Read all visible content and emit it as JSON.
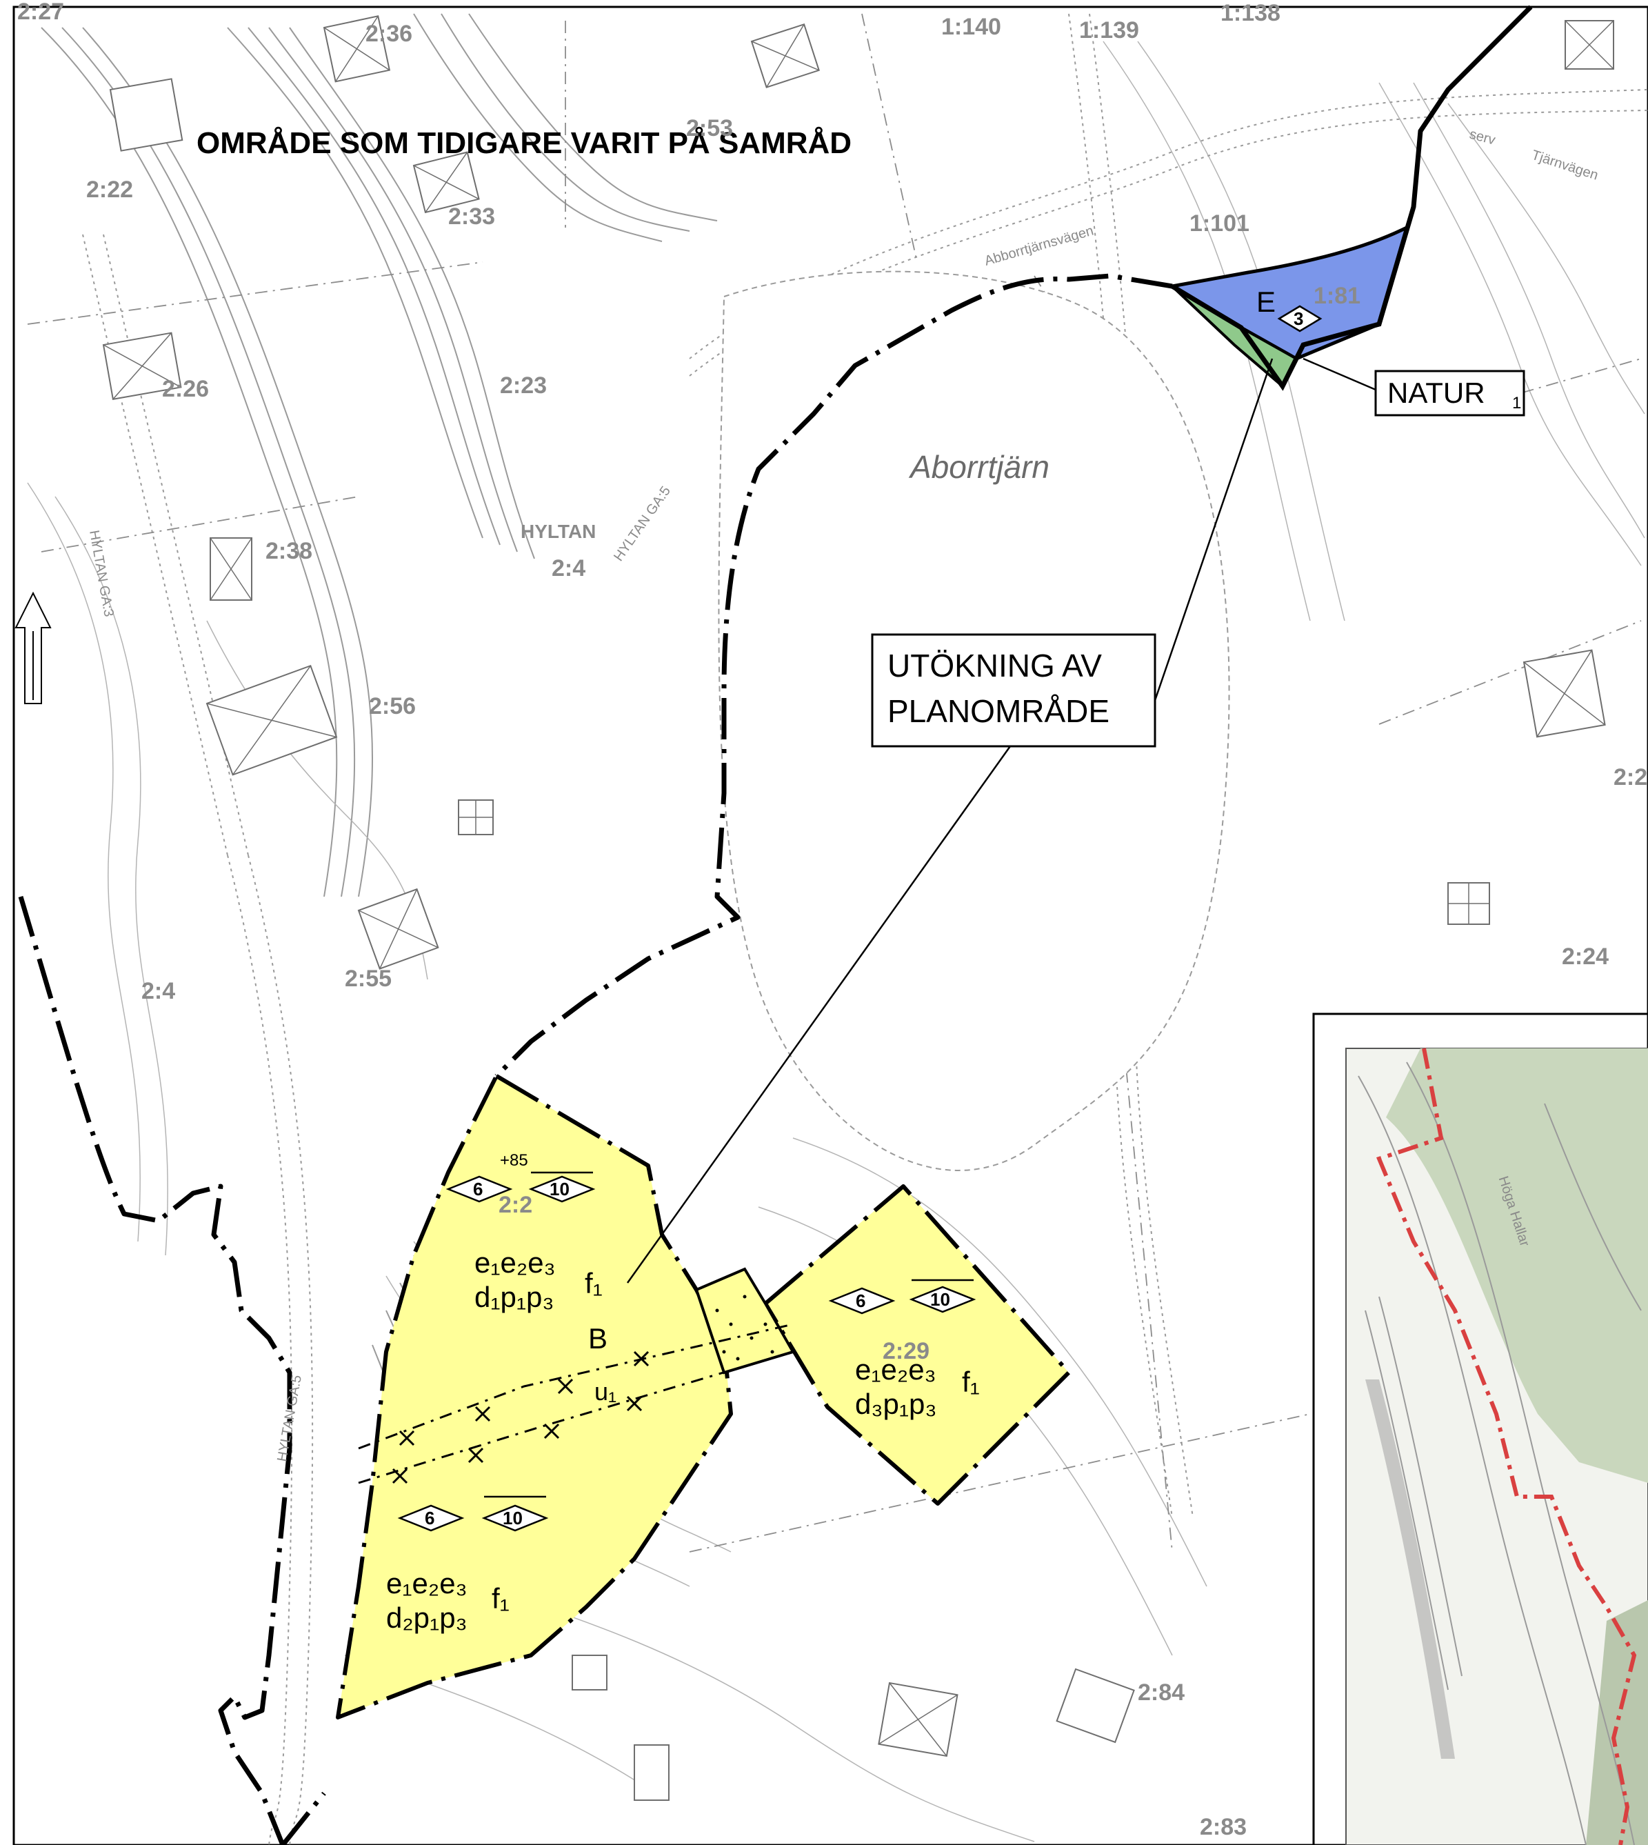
{
  "title": "OMRÅDE SOM TIDIGARE VARIT PÅ SAMRÅD",
  "lake": "Aborrtjärn",
  "district": "HYLTAN",
  "callouts": {
    "expansion_line1": "UTÖKNING AV",
    "expansion_line2": "PLANOMRÅDE",
    "nature": "NATUR",
    "nature_sub": "1"
  },
  "zones": {
    "e_label": "E",
    "e_diamond": "3",
    "zone_a": {
      "elevation": "+85",
      "diamond": "6",
      "height": "10",
      "line1": "e₁e₂e₃",
      "line2": "d₁p₁p₃",
      "f": "f₁",
      "use": "B",
      "util": "u₁"
    },
    "zone_b": {
      "diamond": "6",
      "height": "10",
      "line1": "e₁e₂e₃",
      "line2": "d₃p₁p₃",
      "f": "f₁"
    },
    "zone_c": {
      "diamond": "6",
      "height": "10",
      "line1": "e₁e₂e₃",
      "line2": "d₂p₁p₃",
      "f": "f₁"
    }
  },
  "parcels": {
    "p2_27": "2:27",
    "p2_36": "2:36",
    "p1_140": "1:140",
    "p1_139": "1:139",
    "p1_138": "1:138",
    "p2_53": "2:53",
    "p2_22": "2:22",
    "p2_33": "2:33",
    "p1_101": "1:101",
    "p1_81": "1:81",
    "p2_26": "2:26",
    "p2_23": "2:23",
    "p2_38": "2:38",
    "p2_4a": "2:4",
    "p2_56": "2:56",
    "p2_55": "2:55",
    "p2_4b": "2:4",
    "p2_2": "2:2",
    "p2_29": "2:29",
    "p2_84": "2:84",
    "p2_83": "2:83",
    "p2_24": "2:24",
    "p2_edge": "2:2"
  },
  "roads": {
    "abborr": "Abborrtjärnsvägen",
    "tjarn": "Tjärnvägen",
    "hyltan_gas": "HYLTAN GA:5",
    "hyltan_ga3": "HYLTAN GA:3",
    "serv": "serv",
    "hoga_hallar": "Höga Hallar"
  },
  "colors": {
    "yellow_zone": "#ffff99",
    "blue_zone": "#7b96ea",
    "green_zone": "#8fc98b",
    "inset_green": "#c9d7bd",
    "inset_red": "#d94040"
  }
}
